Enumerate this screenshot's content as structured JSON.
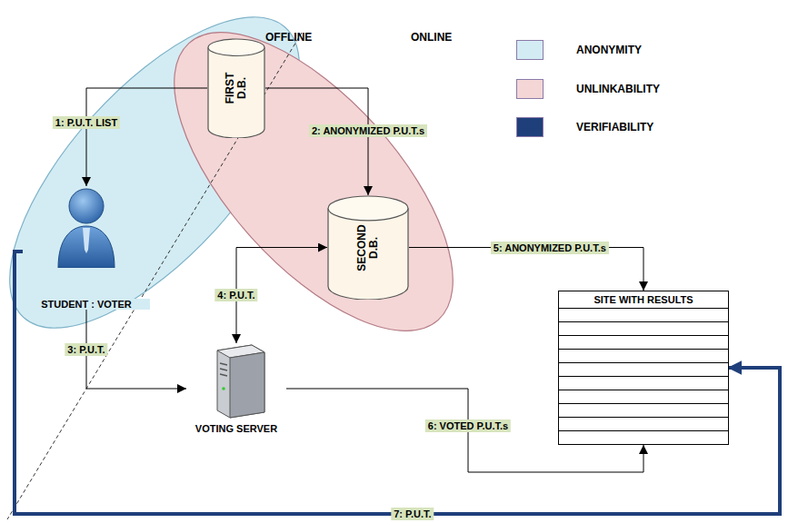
{
  "diagram": {
    "nodes": [
      {
        "text": [
          "FIRST D.B."
        ]
      },
      {
        "text": [
          "STUDENT : VOTER"
        ]
      },
      {
        "text": [
          "SECOND D.B."
        ]
      },
      {
        "text": [
          "VOTING SERVER"
        ]
      },
      {
        "text": [
          "SITE WITH RESULTS"
        ]
      }
    ],
    "edges": [
      {
        "from": 0,
        "to": 1,
        "label": "1: P.U.T. LIST",
        "arrow": "to"
      },
      {
        "from": 0,
        "to": 2,
        "label": "2: ANONYMIZED P.U.T.s",
        "arrow": "to"
      },
      {
        "from": 1,
        "to": 3,
        "label": "3: P.U.T.",
        "arrow": "to"
      },
      {
        "from": 3,
        "to": 2,
        "label": "4: P.U.T.",
        "arrow": "both"
      },
      {
        "from": 2,
        "to": 4,
        "label": "5: ANONYMIZED P.U.T.s",
        "arrow": "to"
      },
      {
        "from": 3,
        "to": 4,
        "label": "6: VOTED P.U.T.s",
        "arrow": "to"
      },
      {
        "from": 1,
        "to": 4,
        "label": "7: P.U.T.",
        "arrow": "to"
      }
    ],
    "labels": [
      "OFFLINE",
      "ONLINE"
    ],
    "legend": [
      {
        "text": "ANONYMITY",
        "color": "#d3ecf4"
      },
      {
        "text": "UNLINKABILITY",
        "color": "#f4d6d6"
      },
      {
        "text": "VERIFIABILITY",
        "color": "#1f3f7a"
      }
    ]
  }
}
